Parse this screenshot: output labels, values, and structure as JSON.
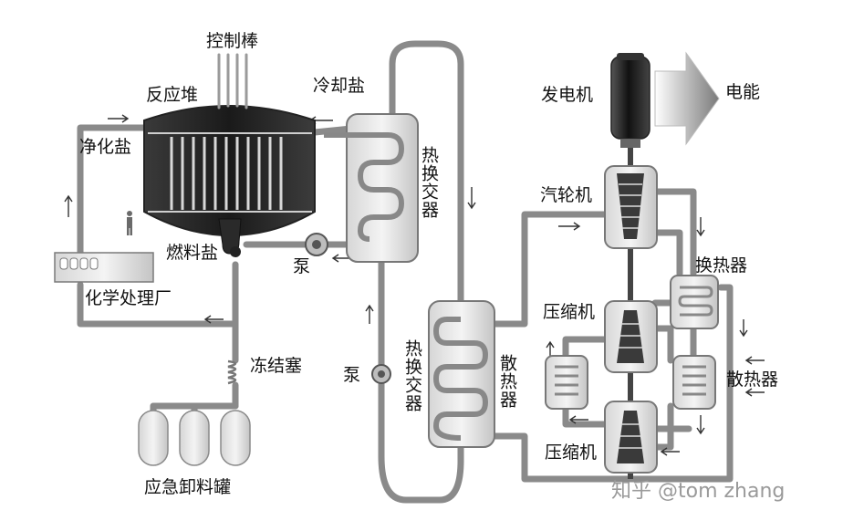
{
  "labels": {
    "control_rods": "控制棒",
    "reactor": "反应堆",
    "coolant_salt": "冷却盐",
    "purified_salt": "净化盐",
    "fuel_salt": "燃料盐",
    "pump_top": "泵",
    "chem_plant": "化学处理厂",
    "freeze_plug": "冻结塞",
    "drain_tanks": "应急卸料罐",
    "pump_mid": "泵",
    "hx_upper": "热换交器",
    "hx_lower": "热换交器",
    "generator": "发电机",
    "electricity": "电能",
    "turbine": "汽轮机",
    "recuperator": "换热器",
    "compressor_top": "压缩机",
    "compressor_bottom": "压缩机",
    "radiator_left": "散热器",
    "radiator_right": "散热器"
  },
  "watermark": "知乎 @tom zhang"
}
